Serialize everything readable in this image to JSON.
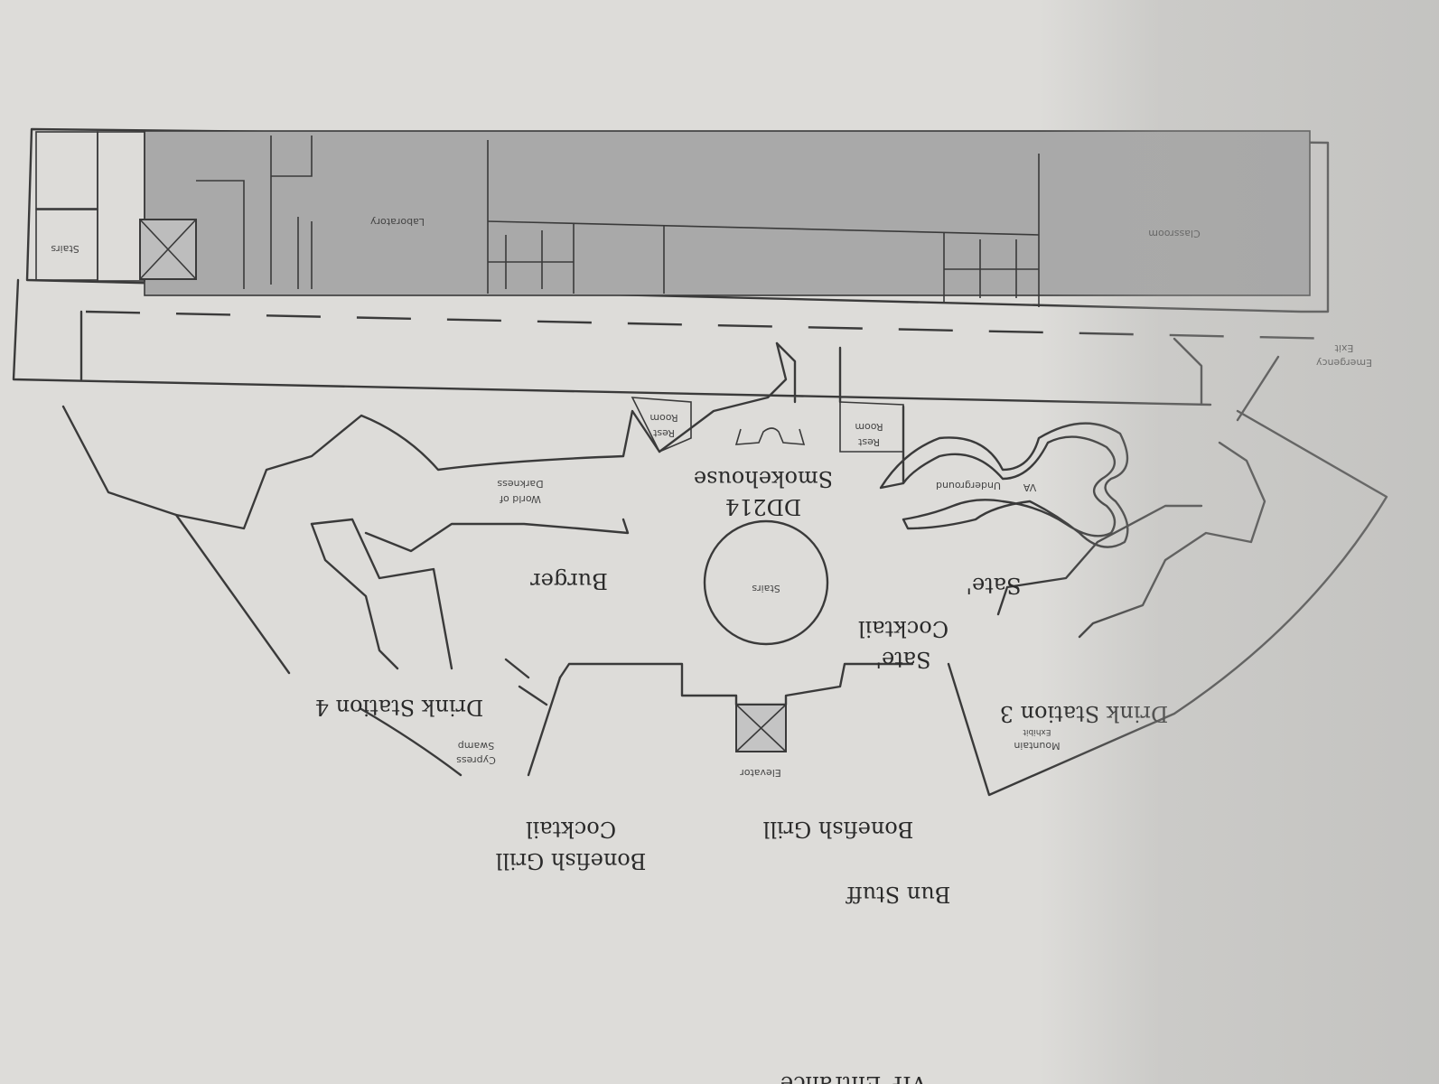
{
  "map": {
    "labels": {
      "bun_stuff": "Bun Stuff",
      "bonefish_grill_cocktail_1": "Bonefish Grill",
      "bonefish_grill_cocktail_2": "Cocktail",
      "bonefish_grill": "Bonefish Grill",
      "drink_station_4": "Drink Station 4",
      "drink_station_3": "Drink Station 3",
      "sate_cocktail_1": "Sate'",
      "sate_cocktail_2": "Cocktail",
      "sate": "Sate'",
      "burger": "Burger",
      "dd214_1": "DD214",
      "dd214_2": "Smokehouse",
      "elevator": "Elevator",
      "stairs_center": "Stairs",
      "cypress_1": "Cypress",
      "cypress_2": "Swamp",
      "mountain_1": "Mountain",
      "mountain_2": "Exhibit",
      "world_1": "World of",
      "world_2": "Darkness",
      "va": "VA",
      "underground": "Underground",
      "rest_room_left_1": "Rest",
      "rest_room_left_2": "Room",
      "rest_room_right_1": "Rest",
      "rest_room_right_2": "Room",
      "laboratory": "Laboratory",
      "classroom": "Classroom",
      "stairs_top": "Stairs",
      "emergency_1": "Emergency",
      "emergency_2": "Exit",
      "vip_entrance": "VIP Entrance"
    }
  }
}
